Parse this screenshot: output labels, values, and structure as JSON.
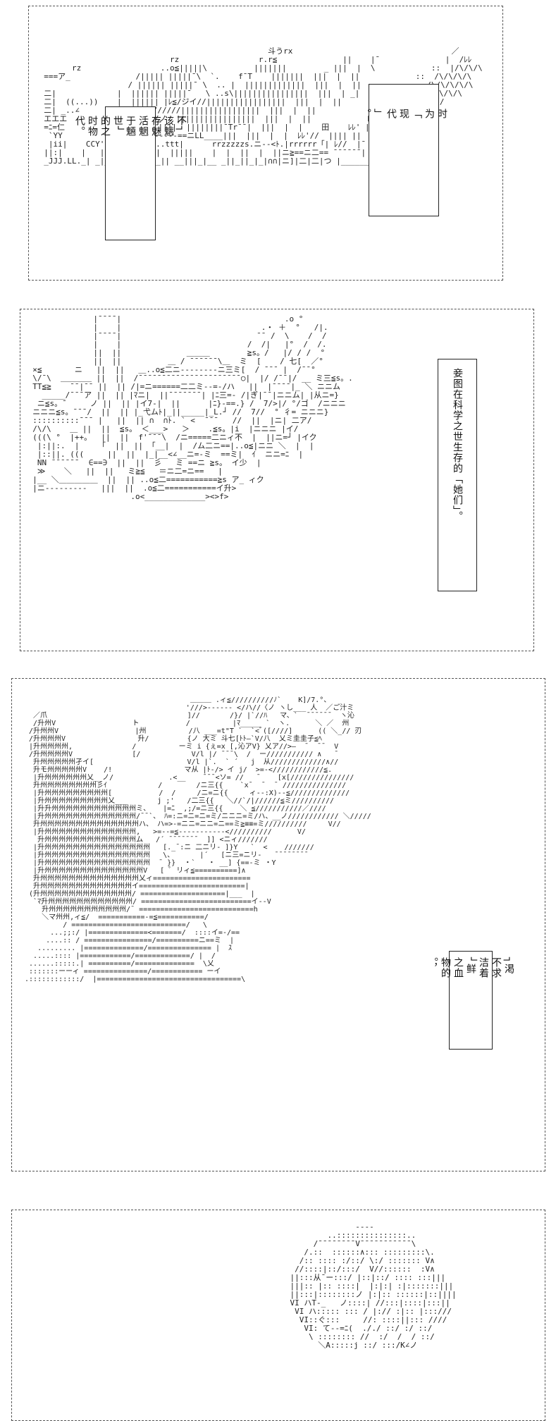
{
  "panels": [
    {
      "id": "city",
      "caption_left": "不┐\n该魑\n存魅\n活魍\n于魎\n世┘\n的之\n时物\n代。",
      "caption_right": "时\n为\n「\n现\n代\n」\n。",
      "art": [
        "                                                  斗うrx                                  ／",
        "                             rz                 r.r≦              ||    |¯              |  /ﾚﾚ",
        "        rz                 ..o≦|||||\\          |||||||        _ |||  |  \\            ::  |/\\/\\/\\",
        "  ===ア_              /||||| |||||¯\\  `.    f¯T    |||||||  |||  |  ||            ::  /\\/\\/\\/\\",
        "                    / |||||| |||||¯ \\  .. |  |||||||||||||  |||  |  ||              /\\/\\/\\/\\/\\",
        "  二|             |  |||||| |||||¯   \\ ..s\\||||||||||||||||  |||  | _|            /\\/\\/\\/\\/\\",
        "  二|  ((...))    |  |||||| |ﾚ≦/ジイ//|||||||||||||||||  |||  |  ||            \\/\\/\\/\\/\\/",
        "  二| _..∠       |  ≦//>イ//////|||||||||||||||||  |||  |  ||            ﾚ' |||  |  |",
        "  エエエ        |  イ///////ノ  |||||||||||||||||  |||  |  ||            ﾚﾚ' |||  '  |",
        "  =ﾆ=仁         |   TTTTTT.||||  ||||||||¯Tr¯¯|  |||  |  |    田    ﾚﾚ' ||' ||  |",
        "   `YY          ニ==-----------==ニLL____|||  |||  |  |  ﾚﾚ'//  |||| ||  ||",
        "   |ii|    CCY'  Yr       ..ttt|      rrzzzzzs.ニ--<ﾄ.|rrrrrr「| ﾚ//  |¯ ||  |",
        "  ||:|    |   ||||    |   |  |||||    |  |  ||  |  ||ニ≧==ニ二== ¯¯¯¯¯¯|   ||  |",
        "  _JJJ.LL._| _|__L|__|JJ_|_|| __|||_|__ _||_||_|_|∩∩|ニ]|二|二|つ |_______|__ _|"
      ]
    },
    {
      "id": "carnival",
      "caption": "妾图在科学之世生存的「她们」。",
      "art": [
        "               |¯¯¯¯|                                   .o °",
        "               |    |                              .・ ＋  °   /|.",
        "               |¯¯¯¯|                             ¯¯ /  \\    /  /",
        "               |    |                           /  /|   |°  /  /.",
        "               ||  ||              ＿＿＿        ≧s。/   |/ / /  °",
        "               ||  ||          ＿ / ¯¯¯¯¯¯\\＿  ミ  [    / 七[  ／°",
        "  ×≦       ニ   ||  ||   ＿..o≦二ニ--------ニ三ミ[  / ¯¯¯ |  /¯¯°",
        "  \\/¯\\  ＿＿＿＿ ||  ||  /¯¯¯¯¯¯¯¯¯¯¯¯¯¯¯¯¯¯¯¯¯¯○|  |/ /¯¯|/ __ ミ三≦s。.",
        "  TT≦≧    ¯¯|¯¯ ||  || /|=ニ======二二ミ--=-/ハ   ||  |¯¯¯¯|_ ＼ ニニム",
        "    _____/¯¯¯ア ||  || |ﾏニ|  ||¯¯¯¯¯¯¯| |ﾆ三=- /|ぎ|¯¯|ニニム| |从ニ=}",
        "   ニ≦s。¯     ノ ||  || |イ7-|  ||      |ﾆ}-==.} /  7/>|/ °/ゴ  /ニニニ",
        "  ニニニ≦s。¯¯¯/  ||  || |_弋ムﾄ|_||_____|_L.┘ //  7//  ° 彳= ニニニ}",
        "  ::::::::::¯¯¯ |   ||  || ∩  ∩ﾄ. ` <  ¯¯¯   //  ||  |ニ| 二ア/",
        "  /\\/\\    ＿ ||  ||  ≦s。 ＜___>   ＞    .≦s。|i  |ニニニ |イ/",
        "  (((\\ °  |++。  ||  ||  f'¯¯¯\\  /ニ=====二ニィ不  |  ||ニ=┘ |イク",
        "   |:||:.  |    「  ||  || 「__|  |  /ム二ニ==|..o≦|ニニ ＼  |  |",
        "   |::||. (((     ||  ||  |_|__<∠__ニ=-ミ  ==ミ|  ｲ  ニニ=ﾆ  |",
        "   NN ¯¯¯¯¯¯  ∈==∋  ||  ||  彡   ミ ==ニ ≧s。 イ少  |",
        "   ≫    ＼   ||  ||   ミ≧≦   ＝ニ二=ニ==   |",
        "  |__ ＼＿＿＿＿＿  ||  || ..o≦二===========≧s ア_ ィク",
        "  |ニ---------   |||  ||  .o≦二===========イ升>",
        "                       .o<_____________><>f>"
      ]
    },
    {
      "id": "hunter",
      "caption": "┐渇\n不求\n洁着\n┘鲜\n之血\n物的\n。，",
      "art": [
        "                                        ＿＿＿ .ィ≦//////////ﾉ`    K]/7.°、",
        "                                       '///>------ </ハ//〈ノ ヽし___ 人  ／ご汁ミ",
        "   ／爪                                 ]//       /}/ |`//ﾊ   マ、`  ¯¯¯¯¯¯  ヽ沁",
        "   /升州V                  ト           /          |ﾏ_____ `  ヽ.      ＼ ／  州",
        "  /升州州V                  |州          /八 ___=t\"T `  `<ﾞ([////]      (( ＼_// 刃",
        "  /升州州州V                 升/         {ノ 大ミ 斗七[ﾄﾄ―`V/八  乂ミ圭圭子≦ﾍ",
        "  |升州州州州,              /          ーミ i {ぇ=x [,沁アV} 乂ア//>―  ¯  ¯¯  V",
        "  /升州州州州V              [/            V/l |/ ¯¯¯\\  /  ー/////////// ∧   ¯",
        "   升州州州州州孑イ[                      V/l |`.  ` ´   j  从/////////////∧//",
        "   升モ州州州州州V    /!                 マ从 |ﾄ-/> イ j/  >=-<////////////≦.",
        "   |升州州州州州州乂__ノ/             .<__    ¯¯¯<ソ= //   ¯    [x[///////////////",
        "   升州州州州州州州州彡ｲ            /        /ニ三{{    `x¯  ¯  ¯ ///////////////",
        "   |升州州州州州州州州州[           /  /     /ニ=ニ{{     ィ--:X)--≦//////////////",
        "   |升州州州州州州州州州乂___       j ;'   /二三{{   ＼//`/|//////≦ミ//////////",
        "   |升升州州州州州州州州州州州州ミ、   |=ﾆ  ,;/=ニ三{{    ＼ ≦///////////／////",
        "   |升州州州州州州州州州州州州州/¯¯`、 ﾊ=:ニ=ニ=ニ=ミ/ニニニ=ミ/ハ、__ノ//////////// ＼/////",
        "   升州州州州州州州州州州州州州州ハ、 ハ=>-=ニニ=ニニ=ニ==ミ≧≡≡=ミ//////////     V//",
        "   |升州州州州州州州州州州州州州,   >=--=≦-----------<//////////      V/",
        "    升州州州州州州州州州州州州州ム   /´ ¯¯¯¯¯¯¯  ]] <ニィ///////",
        "   |升州州州州州州州州州州州州州州州   [._¯:ニ 二ニリ- ]}Y   `  <    ///////",
        "   |升州州州州州州州州州州州州州州州   \\、      |´   [ニ三=ニリ-   ¯¯¯¯¯¯¯¯",
        "   |升州州州州州州州州州州州州州州州  ¯ }}  ・`   ・ __] {==-ミ ・Y",
        "   |升州州州州州州州州州州州州州州V   [ ﾟ リィ≦==========]∧",
        "   升州州州州州州州州州州州州州州乂ィ=======================",
        "   升州州州州州州州州州州州州州イ=========================|",
        "  (升州州州州州州州州州州州州州/ ====================|___  |",
        "   `ﾏ升州州州州州州州州州州州州/ ==========================イ--V",
        "     升州州州州州州州州州州州/¯ ===========================h",
        "     ＼マ州州,ィ≦/  ===========-=≦===========/  ",
        "          / ===========================/   \\",
        "       ...;;:/ |==============<=======/  ::::イ=-/==",
        "      ....:: / ================/==========ニ==ミ  |",
        "    ......... |==============/=============== |  ｽ",
        "   .....:::: |============/=============/ |  /",
        "  ......:::::.| ==========/==============  \\乂",
        "  :::::::ーーィ ===============/============ ーイ",
        " .::::::::::::/  |==================================\\"
      ]
    },
    {
      "id": "sphere",
      "art": [
        "                  ----",
        "            ..:::::::::::::::..",
        "         /¯¯¯¯¯¯¯¯V¯¯¯¯¯¯¯¯¯¯¯\\",
        "       /.::  ::::::∧::: :::::::::\\.",
        "      /:: :::: :/::/ \\:/ ::::::: V∧",
        "     //::::|::/:::/  V//::::::  :V∧",
        "    ||:::从¯ー:::/ |::|::/ :::: :::|||",
        "    |||:: |:: ::::|  |:|:| :|:::::::|||",
        "    ||:::|::::::::ノ |:|:: ::::::|::||||",
        "    VI ハT-_   ノ::::| //:::|::::|:::||",
        "     VI ハ::::: ::: / |:// :|:: |:::///",
        "      VI::ぐ:::     //: ::::||::: ////",
        "       VI: て--=ﾆ(  ././ ::/ :/ ::/",
        "        \\ :::::::: //  :/  /  / ::/",
        "          ＼A:::::j ::/ :::/K∠ノ"
      ]
    }
  ]
}
